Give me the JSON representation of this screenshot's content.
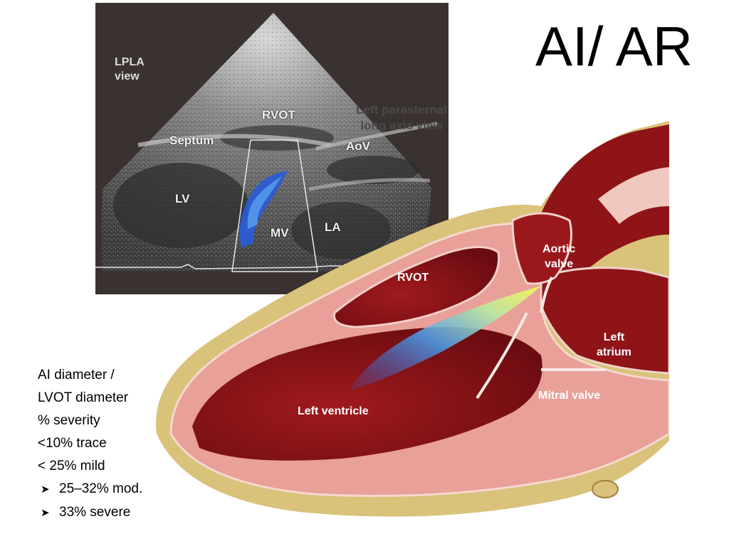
{
  "slide": {
    "title": "AI/ AR"
  },
  "echo": {
    "view_tag": [
      "LPLA",
      "view"
    ],
    "labels": {
      "rvot": "RVOT",
      "septum": "Septum",
      "aov": "AoV",
      "lv": "LV",
      "mv": "MV",
      "la": "LA"
    }
  },
  "heart": {
    "caption": [
      "Left parasternal",
      "long axis view"
    ],
    "labels": {
      "rvot": "RVOT",
      "aortic_valve": [
        "Aortic",
        "valve"
      ],
      "left_atrium": [
        "Left",
        "atrium"
      ],
      "mitral_valve": "Mitral valve",
      "left_ventricle": "Left ventricle"
    }
  },
  "severity": {
    "lines": [
      "AI diameter /",
      "LVOT diameter",
      "% severity",
      "<10% trace",
      "< 25% mild"
    ],
    "bullets": [
      "25–32% mod.",
      "33% severe"
    ],
    "bullet_glyph": "➤"
  },
  "colors": {
    "echo_bg": "#3a3230",
    "doppler_blue": "#2a5bd8",
    "myocardium": "#e8a098",
    "chamber": "#8e1418",
    "jet_yellow": "#f4ef5a"
  }
}
